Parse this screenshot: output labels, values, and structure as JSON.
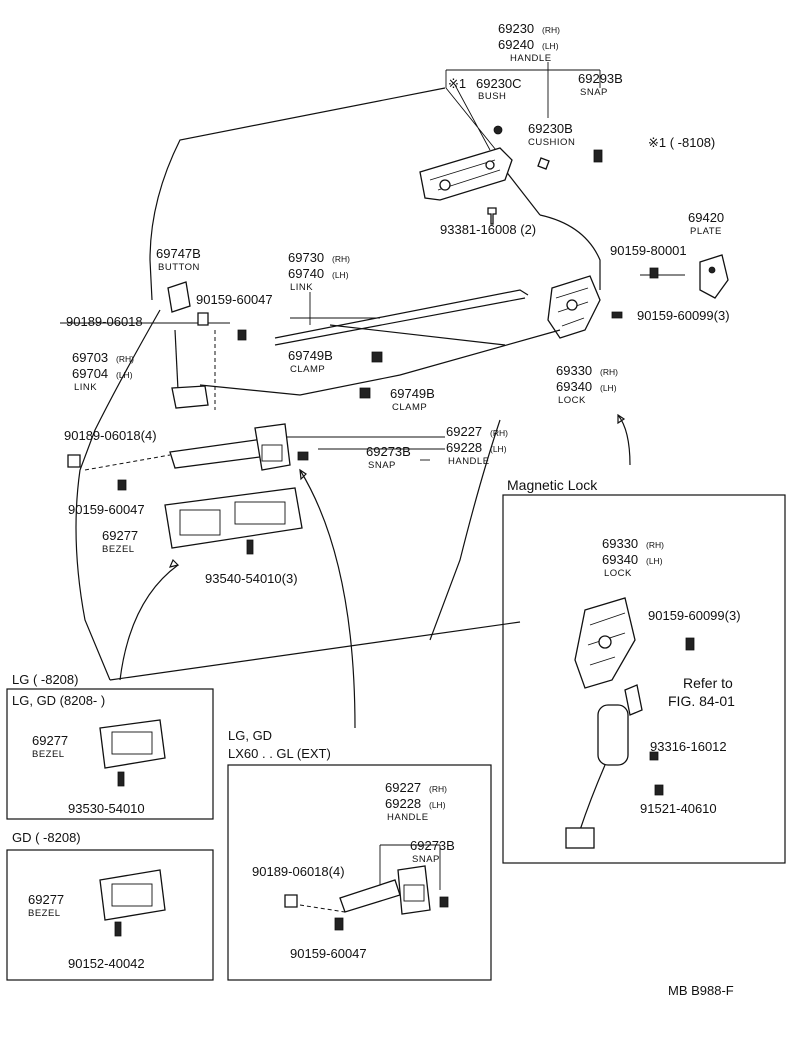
{
  "diagram": {
    "note_marker": "※1 (      -8108)",
    "handle_outer": {
      "part1": "69230",
      "tag1": "(RH)",
      "part2": "69240",
      "tag2": "(LH)",
      "name": "HANDLE"
    },
    "bush": {
      "prefix": "※1",
      "part": "69230C",
      "name": "BUSH"
    },
    "snap_top": {
      "part": "69293B",
      "name": "SNAP"
    },
    "cushion": {
      "part": "69230B",
      "name": "CUSHION"
    },
    "screw_top": "93381-16008 (2)",
    "plate": {
      "part": "69420",
      "name": "PLATE"
    },
    "bolt_plate": "90159-80001",
    "button": {
      "part": "69747B",
      "name": "BUTTON"
    },
    "bolt_button": "90159-60047",
    "clip_button": "90189-06018",
    "link_upper": {
      "part1": "69730",
      "tag1": "(RH)",
      "part2": "69740",
      "tag2": "(LH)",
      "name": "LINK"
    },
    "bolt_lock": "90159-60099(3)",
    "link_lower": {
      "part1": "69703",
      "tag1": "(RH)",
      "part2": "69704",
      "tag2": "(LH)",
      "name": "LINK"
    },
    "clamp1": {
      "part": "69749B",
      "name": "CLAMP"
    },
    "clamp2": {
      "part": "69749B",
      "name": "CLAMP"
    },
    "lock": {
      "part1": "69330",
      "tag1": "(RH)",
      "part2": "69340",
      "tag2": "(LH)",
      "name": "LOCK"
    },
    "clip_left": "90189-06018(4)",
    "handle_inner": {
      "part1": "69227",
      "tag1": "(RH)",
      "part2": "69228",
      "tag2": "(LH)",
      "name": "HANDLE"
    },
    "snap_mid": {
      "part": "69273B",
      "name": "SNAP"
    },
    "bolt_left": "90159-60047",
    "bezel_main": {
      "part": "69277",
      "name": "BEZEL"
    },
    "screw_bezel": "93540-54010(3)",
    "lg_range": "LG (        -8208)",
    "box_lg_gd": {
      "title": "LG, GD (8208-        )",
      "part": "69277",
      "name": "BEZEL",
      "screw": "93530-54010"
    },
    "box_gd": {
      "title": "GD (        -8208)",
      "part": "69277",
      "name": "BEZEL",
      "screw": "90152-40042"
    },
    "box_ext": {
      "title1": "LG, GD",
      "title2": "LX60 . . GL (EXT)",
      "handle": {
        "part1": "69227",
        "tag1": "(RH)",
        "part2": "69228",
        "tag2": "(LH)",
        "name": "HANDLE"
      },
      "snap": {
        "part": "69273B",
        "name": "SNAP"
      },
      "clip": "90189-06018(4)",
      "bolt": "90159-60047"
    },
    "magnetic_lock": {
      "title": "Magnetic Lock",
      "lock": {
        "part1": "69330",
        "tag1": "(RH)",
        "part2": "69340",
        "tag2": "(LH)",
        "name": "LOCK"
      },
      "bolt": "90159-60099(3)",
      "refer1": "Refer to",
      "refer2": "FIG. 84-01",
      "screw": "93316-16012",
      "bolt2": "91521-40610"
    },
    "figure_code": "MB B988-F"
  }
}
